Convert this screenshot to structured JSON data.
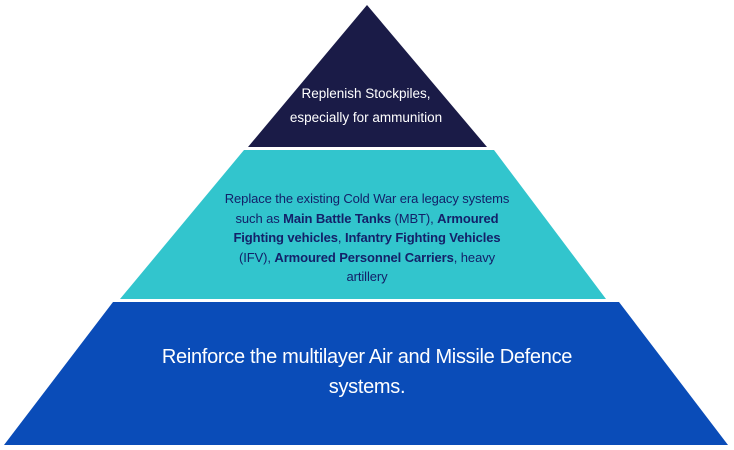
{
  "colors": {
    "background": "#FFFFFF",
    "tier_top_fill": "#1A1B47",
    "tier_middle_fill": "#32C5CD",
    "tier_bottom_fill": "#0A4CB8",
    "tier_top_text": "#FFFFFF",
    "tier_middle_text": "#132169",
    "tier_bottom_text": "#FFFFFF"
  },
  "pyramid": {
    "tiers": [
      {
        "id": "top",
        "lines": [
          "Replenish Stockpiles,",
          "especially for ammunition"
        ]
      },
      {
        "id": "middle",
        "lines": [
          {
            "segments": [
              {
                "t": "Replace the existing Cold War era legacy systems",
                "b": false
              }
            ]
          },
          {
            "segments": [
              {
                "t": "such as ",
                "b": false
              },
              {
                "t": "Main Battle Tanks",
                "b": true
              },
              {
                "t": " (MBT), ",
                "b": false
              },
              {
                "t": "Armoured",
                "b": true
              }
            ]
          },
          {
            "segments": [
              {
                "t": "Fighting vehicles",
                "b": true
              },
              {
                "t": ", ",
                "b": false
              },
              {
                "t": "Infantry Fighting Vehicles",
                "b": true
              }
            ]
          },
          {
            "segments": [
              {
                "t": "(IFV), ",
                "b": false
              },
              {
                "t": "Armoured Personnel Carriers",
                "b": true
              },
              {
                "t": ", heavy",
                "b": false
              }
            ]
          },
          {
            "segments": [
              {
                "t": "artillery",
                "b": false
              }
            ]
          }
        ]
      },
      {
        "id": "bottom",
        "lines": [
          "Reinforce the multilayer Air and Missile Defence",
          "systems."
        ]
      }
    ]
  }
}
